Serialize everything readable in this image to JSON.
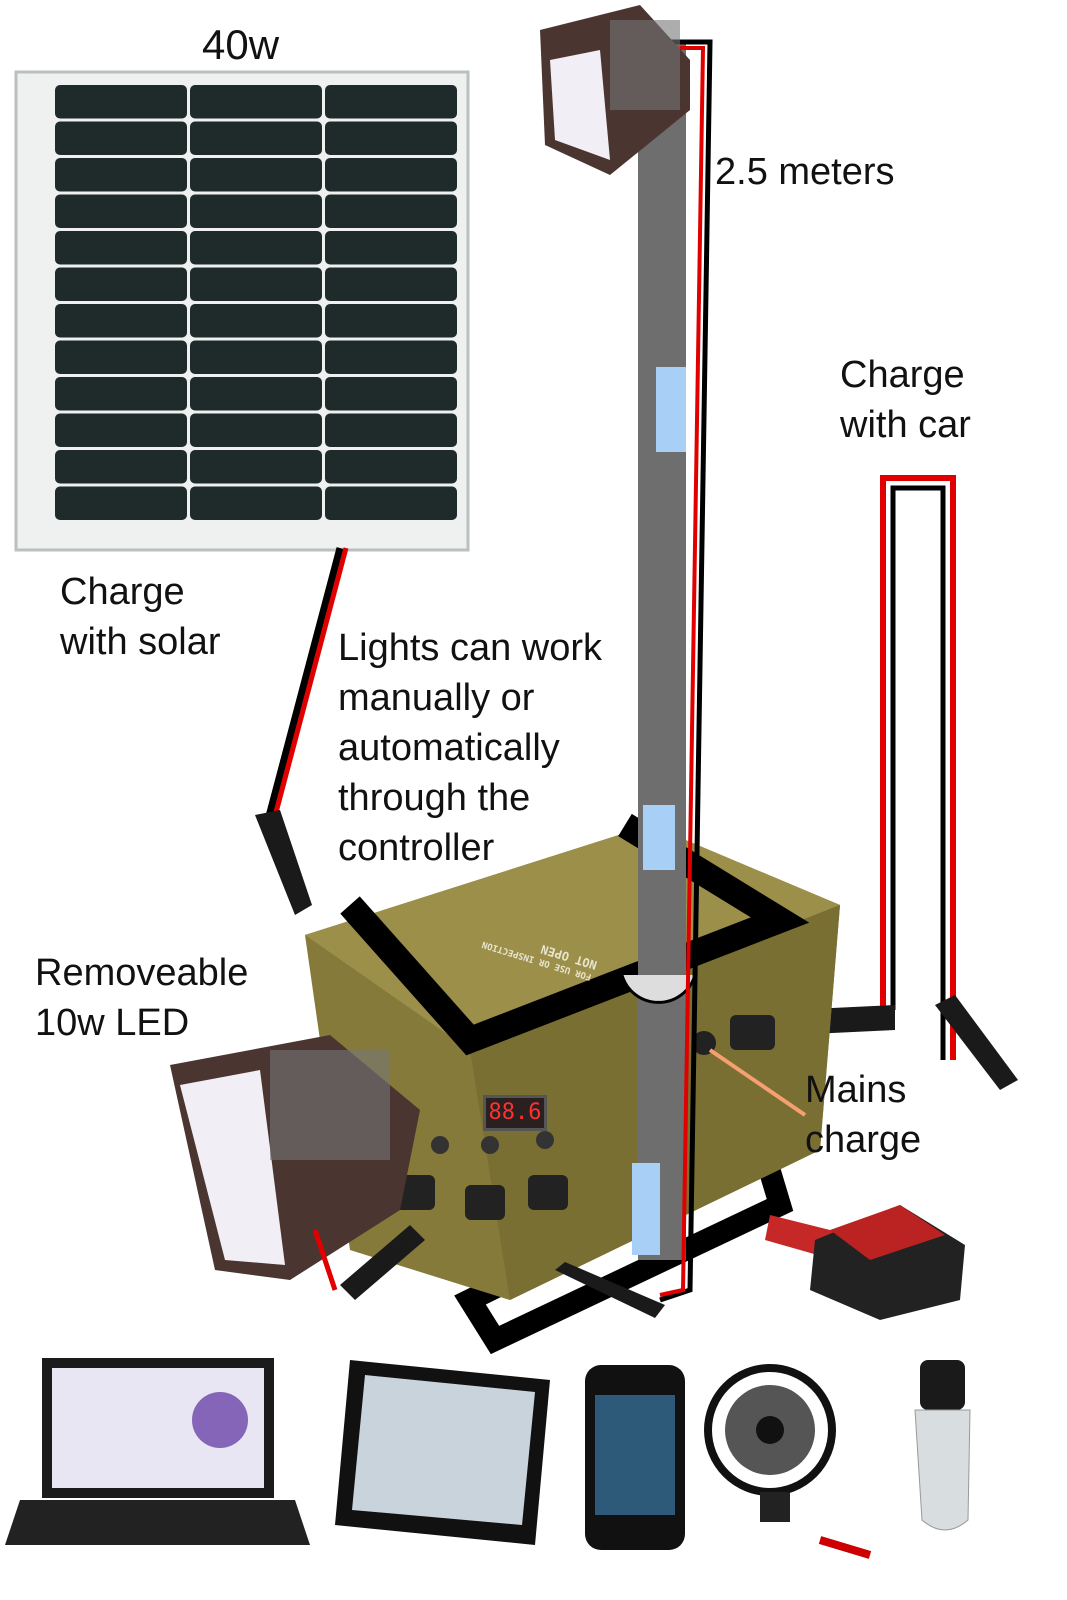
{
  "labels": {
    "panel_power": "40w",
    "pole_height": "2.5 meters",
    "car_charge": [
      "Charge",
      "with car"
    ],
    "solar_charge": [
      "Charge",
      "with solar"
    ],
    "controller_note": [
      "Lights can work",
      "manually or",
      "automatically",
      "through the",
      "controller"
    ],
    "removable_led": [
      "Removeable",
      "10w LED"
    ],
    "mains_charge": [
      "Mains",
      "charge"
    ]
  },
  "box": {
    "display_value": "88.6",
    "stencil": [
      "NOT OPEN",
      "FOR USE OR INSPECTION"
    ]
  },
  "devices": [
    "laptop",
    "tablet",
    "smartphone",
    "car-fan",
    "led-lamp"
  ],
  "colors": {
    "wire_red": "#e00000",
    "wire_black": "#000000",
    "pole": "#6e6e6e",
    "pole_marker": "#a8cff5",
    "box": "#857a3a",
    "panel": "#1f2a2a"
  }
}
